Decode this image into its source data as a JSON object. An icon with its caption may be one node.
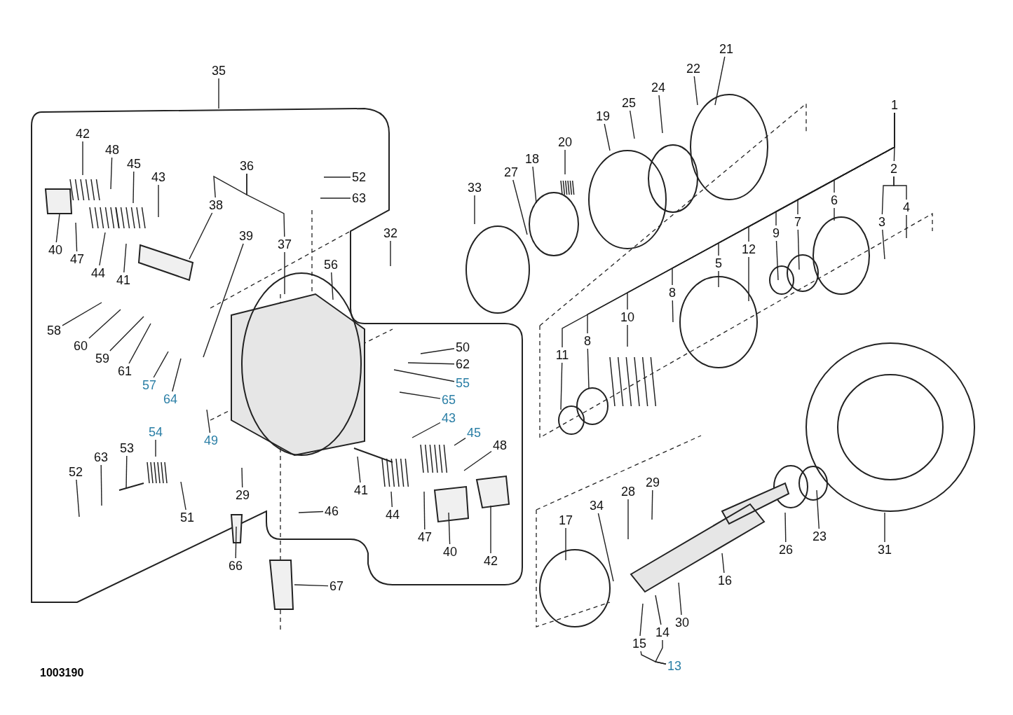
{
  "diagram": {
    "nodes": [
      {
        "text": [
          "35"
        ]
      },
      {
        "text": [
          "21"
        ]
      },
      {
        "text": [
          "22"
        ]
      },
      {
        "text": [
          "25"
        ]
      },
      {
        "text": [
          "24"
        ]
      },
      {
        "text": [
          "19"
        ]
      },
      {
        "text": [
          "1"
        ]
      },
      {
        "text": [
          "42"
        ]
      },
      {
        "text": [
          "48"
        ]
      },
      {
        "text": [
          "20"
        ]
      },
      {
        "text": [
          "18"
        ]
      },
      {
        "text": [
          "27"
        ]
      },
      {
        "text": [
          "36"
        ]
      },
      {
        "text": [
          "45"
        ]
      },
      {
        "text": [
          "2"
        ]
      },
      {
        "text": [
          "43"
        ]
      },
      {
        "text": [
          "52"
        ]
      },
      {
        "text": [
          "33"
        ]
      },
      {
        "text": [
          "63"
        ]
      },
      {
        "text": [
          "38"
        ]
      },
      {
        "text": [
          "4"
        ]
      },
      {
        "text": [
          "6"
        ]
      },
      {
        "text": [
          "3"
        ]
      },
      {
        "text": [
          "7"
        ]
      },
      {
        "text": [
          "9"
        ]
      },
      {
        "text": [
          "12"
        ]
      },
      {
        "text": [
          "32"
        ]
      },
      {
        "text": [
          "39"
        ]
      },
      {
        "text": [
          "37"
        ]
      },
      {
        "text": [
          "40"
        ]
      },
      {
        "text": [
          "47"
        ]
      },
      {
        "text": [
          "44"
        ]
      },
      {
        "text": [
          "41"
        ]
      },
      {
        "text": [
          "5"
        ]
      },
      {
        "text": [
          "56"
        ]
      },
      {
        "text": [
          "8"
        ]
      },
      {
        "text": [
          "10"
        ]
      },
      {
        "text": [
          "58"
        ]
      },
      {
        "text": [
          "60"
        ]
      },
      {
        "text": [
          "59"
        ]
      },
      {
        "text": [
          "61"
        ]
      },
      {
        "text": [
          "8"
        ]
      },
      {
        "text": [
          "11"
        ]
      },
      {
        "text": [
          "50"
        ]
      },
      {
        "text": [
          "62"
        ]
      },
      {
        "text": [
          "57"
        ]
      },
      {
        "text": [
          "55"
        ]
      },
      {
        "text": [
          "64"
        ]
      },
      {
        "text": [
          "65"
        ]
      },
      {
        "text": [
          "49"
        ]
      },
      {
        "text": [
          "43"
        ]
      },
      {
        "text": [
          "54"
        ]
      },
      {
        "text": [
          "45"
        ]
      },
      {
        "text": [
          "63"
        ]
      },
      {
        "text": [
          "48"
        ]
      },
      {
        "text": [
          "53"
        ]
      },
      {
        "text": [
          "52"
        ]
      },
      {
        "text": [
          "29"
        ]
      },
      {
        "text": [
          "41"
        ]
      },
      {
        "text": [
          "51"
        ]
      },
      {
        "text": [
          "46"
        ]
      },
      {
        "text": [
          "44"
        ]
      },
      {
        "text": [
          "17"
        ]
      },
      {
        "text": [
          "34"
        ]
      },
      {
        "text": [
          "28"
        ]
      },
      {
        "text": [
          "29"
        ]
      },
      {
        "text": [
          "47"
        ]
      },
      {
        "text": [
          "40"
        ]
      },
      {
        "text": [
          "42"
        ]
      },
      {
        "text": [
          "26"
        ]
      },
      {
        "text": [
          "23"
        ]
      },
      {
        "text": [
          "31"
        ]
      },
      {
        "text": [
          "66"
        ]
      },
      {
        "text": [
          "16"
        ]
      },
      {
        "text": [
          "67"
        ]
      },
      {
        "text": [
          "30"
        ]
      },
      {
        "text": [
          "15"
        ]
      },
      {
        "text": [
          "14"
        ]
      },
      {
        "text": [
          "13"
        ]
      }
    ],
    "edges": [
      {
        "from": 0,
        "to": null,
        "arrow": "none"
      },
      {
        "from": 1,
        "to": null,
        "arrow": "none"
      },
      {
        "from": 2,
        "to": null,
        "arrow": "none"
      },
      {
        "from": 3,
        "to": null,
        "arrow": "none"
      },
      {
        "from": 4,
        "to": null,
        "arrow": "none"
      },
      {
        "from": 5,
        "to": null,
        "arrow": "none"
      },
      {
        "from": 6,
        "to": 14,
        "arrow": "none"
      },
      {
        "from": 7,
        "to": null,
        "arrow": "none"
      },
      {
        "from": 8,
        "to": null,
        "arrow": "none"
      },
      {
        "from": 9,
        "to": null,
        "arrow": "none"
      },
      {
        "from": 10,
        "to": null,
        "arrow": "none"
      },
      {
        "from": 11,
        "to": null,
        "arrow": "none"
      },
      {
        "from": 12,
        "to": 19,
        "arrow": "none"
      },
      {
        "from": 13,
        "to": null,
        "arrow": "none"
      },
      {
        "from": 14,
        "to": 22,
        "arrow": "none"
      },
      {
        "from": 15,
        "to": null,
        "arrow": "none"
      },
      {
        "from": 16,
        "to": null,
        "arrow": "none"
      },
      {
        "from": 17,
        "to": null,
        "arrow": "none"
      },
      {
        "from": 18,
        "to": null,
        "arrow": "none"
      },
      {
        "from": 19,
        "to": null,
        "arrow": "none"
      },
      {
        "from": 20,
        "to": null,
        "arrow": "none"
      },
      {
        "from": 21,
        "to": null,
        "arrow": "none"
      },
      {
        "from": 22,
        "to": null,
        "arrow": "none"
      },
      {
        "from": 23,
        "to": null,
        "arrow": "none"
      },
      {
        "from": 24,
        "to": null,
        "arrow": "none"
      },
      {
        "from": 25,
        "to": null,
        "arrow": "none"
      },
      {
        "from": 26,
        "to": null,
        "arrow": "none"
      },
      {
        "from": 27,
        "to": null,
        "arrow": "none"
      },
      {
        "from": 28,
        "to": null,
        "arrow": "none"
      },
      {
        "from": 29,
        "to": null,
        "arrow": "none"
      },
      {
        "from": 30,
        "to": null,
        "arrow": "none"
      },
      {
        "from": 31,
        "to": null,
        "arrow": "none"
      },
      {
        "from": 32,
        "to": null,
        "arrow": "none"
      },
      {
        "from": 33,
        "to": null,
        "arrow": "none"
      },
      {
        "from": 34,
        "to": null,
        "arrow": "none"
      },
      {
        "from": 35,
        "to": null,
        "arrow": "none"
      },
      {
        "from": 36,
        "to": null,
        "arrow": "none"
      },
      {
        "from": 37,
        "to": null,
        "arrow": "none"
      },
      {
        "from": 38,
        "to": null,
        "arrow": "none"
      },
      {
        "from": 39,
        "to": null,
        "arrow": "none"
      },
      {
        "from": 40,
        "to": null,
        "arrow": "none"
      },
      {
        "from": 41,
        "to": null,
        "arrow": "none"
      },
      {
        "from": 42,
        "to": null,
        "arrow": "none"
      },
      {
        "from": 43,
        "to": null,
        "arrow": "none"
      },
      {
        "from": 44,
        "to": null,
        "arrow": "none"
      },
      {
        "from": 45,
        "to": null,
        "arrow": "none"
      },
      {
        "from": 46,
        "to": null,
        "arrow": "none"
      },
      {
        "from": 47,
        "to": null,
        "arrow": "none"
      },
      {
        "from": 48,
        "to": null,
        "arrow": "none"
      },
      {
        "from": 49,
        "to": null,
        "arrow": "none"
      },
      {
        "from": 50,
        "to": null,
        "arrow": "none"
      },
      {
        "from": 51,
        "to": null,
        "arrow": "none"
      },
      {
        "from": 52,
        "to": null,
        "arrow": "none"
      },
      {
        "from": 53,
        "to": null,
        "arrow": "none"
      },
      {
        "from": 54,
        "to": null,
        "arrow": "none"
      },
      {
        "from": 55,
        "to": null,
        "arrow": "none"
      },
      {
        "from": 56,
        "to": null,
        "arrow": "none"
      },
      {
        "from": 57,
        "to": null,
        "arrow": "none"
      },
      {
        "from": 58,
        "to": null,
        "arrow": "none"
      },
      {
        "from": 59,
        "to": null,
        "arrow": "none"
      },
      {
        "from": 60,
        "to": null,
        "arrow": "none"
      },
      {
        "from": 61,
        "to": null,
        "arrow": "none"
      },
      {
        "from": 62,
        "to": null,
        "arrow": "none"
      },
      {
        "from": 63,
        "to": null,
        "arrow": "none"
      },
      {
        "from": 64,
        "to": null,
        "arrow": "none"
      },
      {
        "from": 65,
        "to": null,
        "arrow": "none"
      },
      {
        "from": 66,
        "to": null,
        "arrow": "none"
      },
      {
        "from": 67,
        "to": null,
        "arrow": "none"
      },
      {
        "from": 68,
        "to": null,
        "arrow": "none"
      },
      {
        "from": 69,
        "to": null,
        "arrow": "none"
      },
      {
        "from": 70,
        "to": null,
        "arrow": "none"
      },
      {
        "from": 71,
        "to": null,
        "arrow": "none"
      },
      {
        "from": 72,
        "to": null,
        "arrow": "none"
      },
      {
        "from": 73,
        "to": null,
        "arrow": "none"
      },
      {
        "from": 74,
        "to": null,
        "arrow": "none"
      },
      {
        "from": 75,
        "to": null,
        "arrow": "none"
      },
      {
        "from": 76,
        "to": null,
        "arrow": "none"
      },
      {
        "from": 77,
        "to": null,
        "arrow": "none"
      },
      {
        "from": 78,
        "to": 76,
        "arrow": "none"
      },
      {
        "from": 6,
        "to": 21,
        "arrow": "none"
      },
      {
        "from": 6,
        "to": 23,
        "arrow": "none"
      },
      {
        "from": 6,
        "to": 24,
        "arrow": "none"
      },
      {
        "from": 6,
        "to": 25,
        "arrow": "none"
      },
      {
        "from": 6,
        "to": 33,
        "arrow": "none"
      },
      {
        "from": 6,
        "to": 35,
        "arrow": "none"
      },
      {
        "from": 6,
        "to": 36,
        "arrow": "none"
      },
      {
        "from": 6,
        "to": 41,
        "arrow": "none"
      },
      {
        "from": 6,
        "to": 42,
        "arrow": "none"
      },
      {
        "from": 14,
        "to": 20,
        "arrow": "none"
      },
      {
        "from": 12,
        "to": 28,
        "arrow": "none"
      },
      {
        "from": 78,
        "to": 77,
        "arrow": "none"
      }
    ],
    "labels": [
      "1003190"
    ]
  }
}
